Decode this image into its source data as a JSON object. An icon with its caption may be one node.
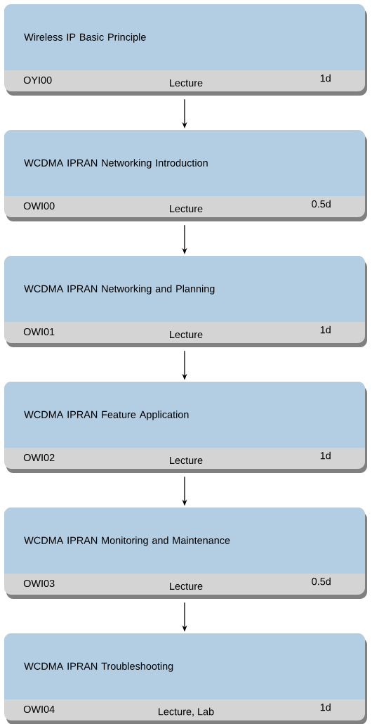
{
  "diagram": {
    "nodes": [
      {
        "text": [
          "Wireless IP Basic Principle",
          "OYI00",
          "Lecture",
          "1d"
        ]
      },
      {
        "text": [
          "WCDMA IPRAN Networking Introduction",
          "OWI00",
          "Lecture",
          "0.5d"
        ]
      },
      {
        "text": [
          "WCDMA IPRAN Networking and Planning",
          "OWI01",
          "Lecture",
          "1d"
        ]
      },
      {
        "text": [
          "WCDMA IPRAN Feature Application",
          "OWI02",
          "Lecture",
          "1d"
        ]
      },
      {
        "text": [
          "WCDMA IPRAN Monitoring and Maintenance",
          "OWI03",
          "Lecture",
          "0.5d"
        ]
      },
      {
        "text": [
          "WCDMA IPRAN Troubleshooting",
          "OWI04",
          "Lecture, Lab",
          "1d"
        ]
      }
    ],
    "edges": [
      {
        "from": 0,
        "to": 1,
        "arrow": "to"
      },
      {
        "from": 1,
        "to": 2,
        "arrow": "to"
      },
      {
        "from": 2,
        "to": 3,
        "arrow": "to"
      },
      {
        "from": 3,
        "to": 4,
        "arrow": "to"
      },
      {
        "from": 4,
        "to": 5,
        "arrow": "to"
      }
    ]
  }
}
